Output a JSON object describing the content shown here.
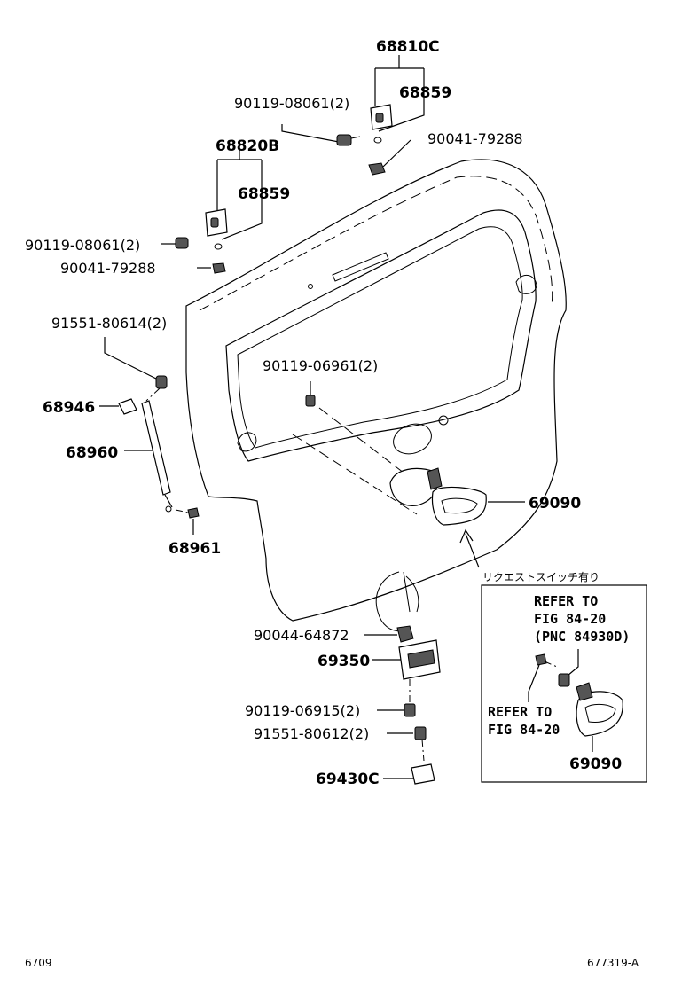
{
  "labels": {
    "p68810c": "68810C",
    "p68859_top": "68859",
    "p90119_08061_top": "90119-08061(2)",
    "p90041_79288_top": "90041-79288",
    "p68820b": "68820B",
    "p68859_mid": "68859",
    "p90119_08061_mid": "90119-08061(2)",
    "p90041_79288_mid": "90041-79288",
    "p91551_80614": "91551-80614(2)",
    "p90119_06961": "90119-06961(2)",
    "p68946": "68946",
    "p68960": "68960",
    "p69090_main": "69090",
    "p68961": "68961",
    "request_switch_note": "リクエストスイッチ有り",
    "p90044_64872": "90044-64872",
    "p69350": "69350",
    "p90119_06915": "90119-06915(2)",
    "p91551_80612": "91551-80612(2)",
    "p69430c": "69430C",
    "refer1_line1": "REFER TO",
    "refer1_line2": "FIG 84-20",
    "refer1_line3": "(PNC 84930D)",
    "refer2_line1": "REFER TO",
    "refer2_line2": "FIG 84-20",
    "p69090_inset": "69090"
  },
  "footer": {
    "left_code": "6709",
    "right_code": "677319-A"
  }
}
